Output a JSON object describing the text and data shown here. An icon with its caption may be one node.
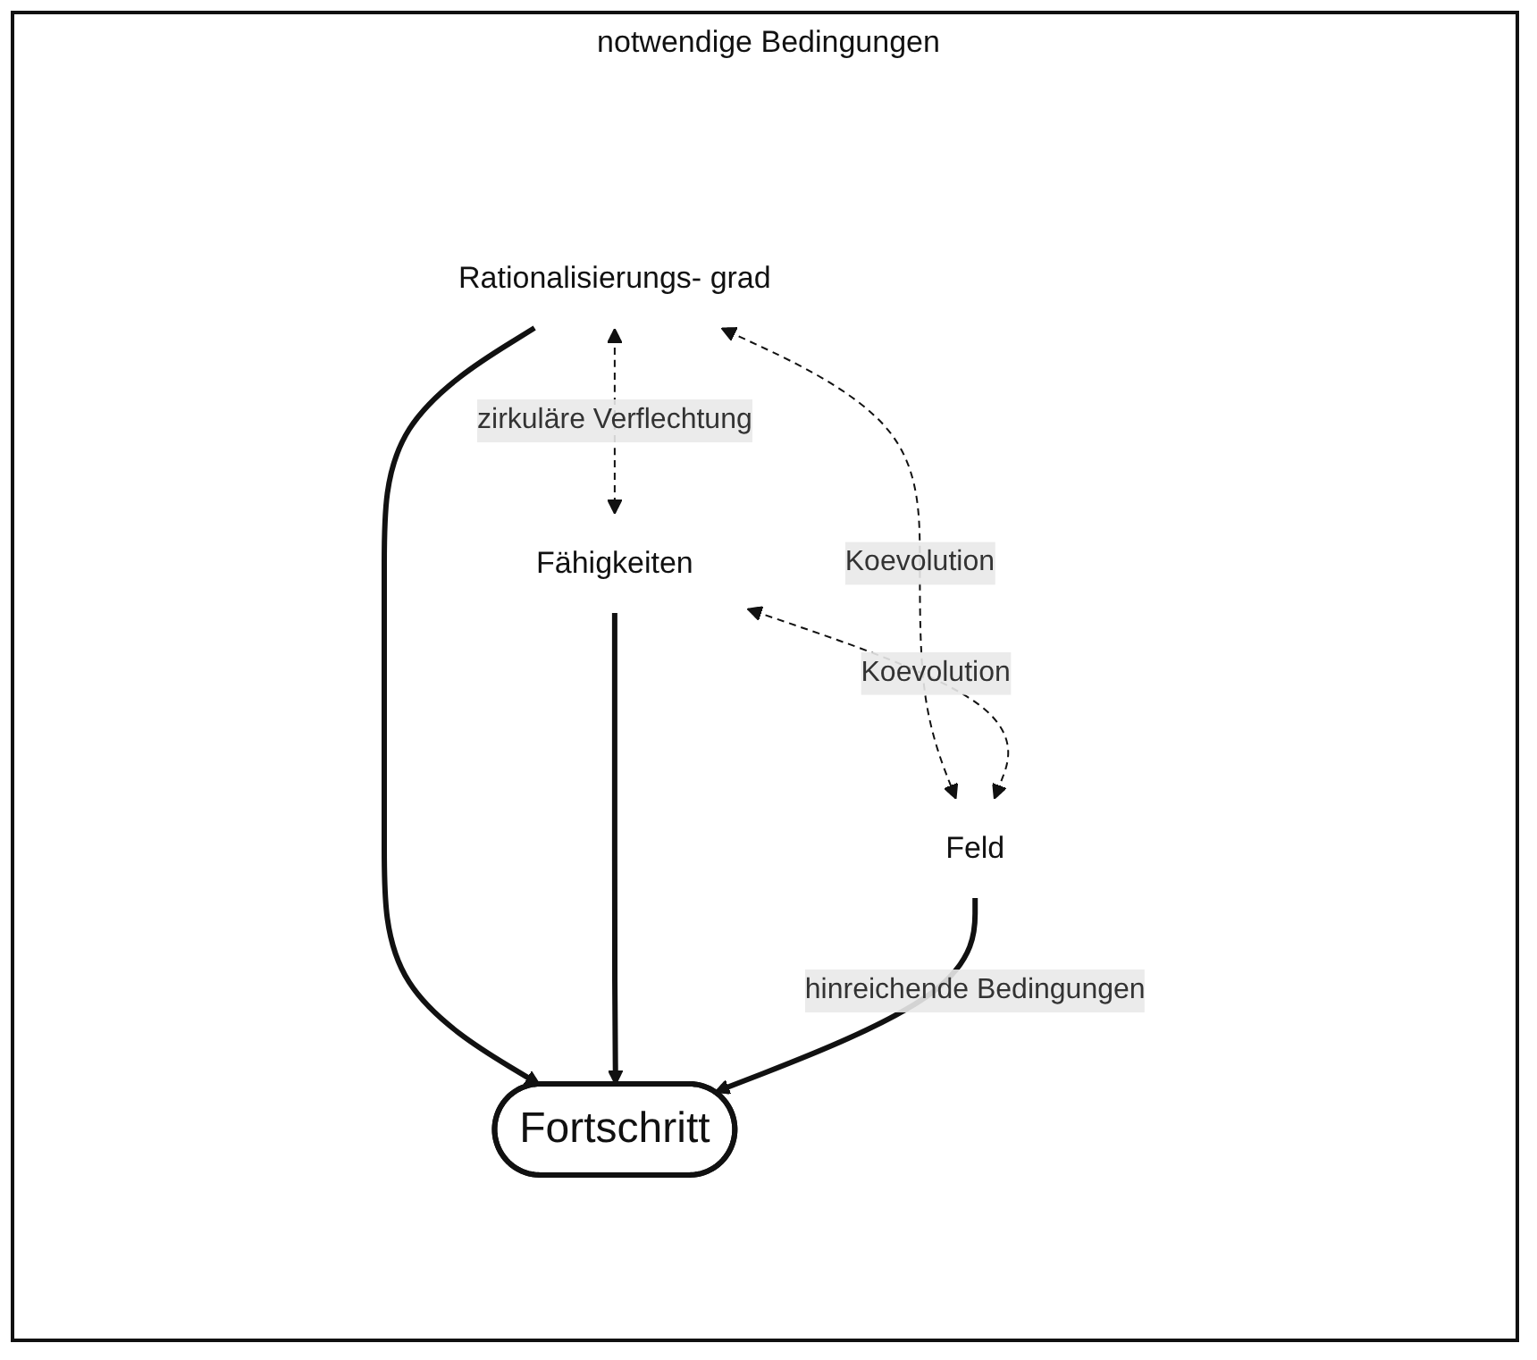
{
  "diagram": {
    "nodes": [
      {
        "text": [
          "Rationalisierungs- grad"
        ]
      },
      {
        "text": [
          "Fähigkeiten"
        ]
      },
      {
        "text": [
          "Fortschritt"
        ]
      },
      {
        "text": [
          "Feld"
        ]
      }
    ],
    "edges": [
      {
        "from": 0,
        "to": 1,
        "arrow": "both",
        "style": "dashed",
        "label": "zirkuläre Verflechtung"
      },
      {
        "from": 0,
        "to": 2,
        "arrow": "to",
        "style": "thick"
      },
      {
        "from": 1,
        "to": 2,
        "arrow": "to",
        "style": "thick"
      },
      {
        "from": 3,
        "to": 2,
        "arrow": "to",
        "style": "thick",
        "label": "hinreichende Bedingungen"
      },
      {
        "from": 0,
        "to": 3,
        "arrow": "both",
        "style": "dashed",
        "label": "Koevolution"
      },
      {
        "from": 1,
        "to": 3,
        "arrow": "both",
        "style": "dashed",
        "label": "Koevolution"
      }
    ],
    "labels": [
      "notwendige Bedingungen"
    ]
  }
}
